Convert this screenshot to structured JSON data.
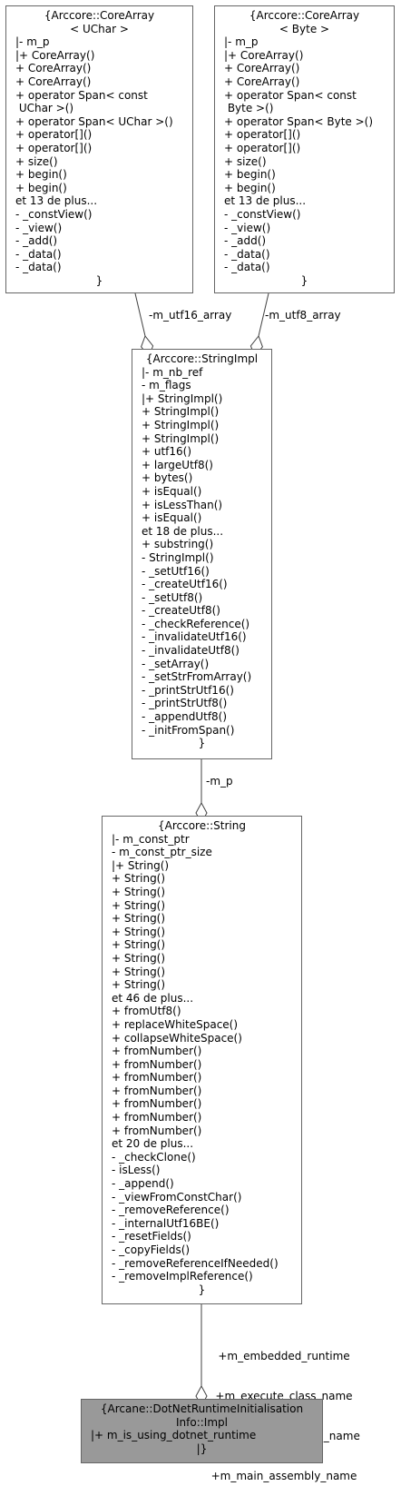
{
  "nodes": {
    "core_array_uchar": {
      "title": [
        "{Arccore::CoreArray",
        "< UChar >"
      ],
      "lines": [
        "|- m_p",
        "|+ CoreArray()",
        "+ CoreArray()",
        "+ CoreArray()",
        "+ operator Span< const",
        " UChar >()",
        "+ operator Span< UChar >()",
        "+ operator[]()",
        "+ operator[]()",
        "+ size()",
        "+ begin()",
        "+ begin()",
        "et 13 de plus...",
        "- _constView()",
        "- _view()",
        "- _add()",
        "- _data()",
        "- _data()"
      ],
      "close": "}"
    },
    "core_array_byte": {
      "title": [
        "{Arccore::CoreArray",
        "< Byte >"
      ],
      "lines": [
        "|- m_p",
        "|+ CoreArray()",
        "+ CoreArray()",
        "+ CoreArray()",
        "+ operator Span< const",
        " Byte >()",
        "+ operator Span< Byte >()",
        "+ operator[]()",
        "+ operator[]()",
        "+ size()",
        "+ begin()",
        "+ begin()",
        "et 13 de plus...",
        "- _constView()",
        "- _view()",
        "- _add()",
        "- _data()",
        "- _data()"
      ],
      "close": "}"
    },
    "string_impl": {
      "title": [
        "{Arccore::StringImpl"
      ],
      "lines": [
        "|- m_nb_ref",
        "- m_flags",
        "|+ StringImpl()",
        "+ StringImpl()",
        "+ StringImpl()",
        "+ StringImpl()",
        "+ utf16()",
        "+ largeUtf8()",
        "+ bytes()",
        "+ isEqual()",
        "+ isLessThan()",
        "+ isEqual()",
        "et 18 de plus...",
        "+ substring()",
        "- StringImpl()",
        "- _setUtf16()",
        "- _createUtf16()",
        "- _setUtf8()",
        "- _createUtf8()",
        "- _checkReference()",
        "- _invalidateUtf16()",
        "- _invalidateUtf8()",
        "- _setArray()",
        "- _setStrFromArray()",
        "- _printStrUtf16()",
        "- _printStrUtf8()",
        "- _appendUtf8()",
        "- _initFromSpan()"
      ],
      "close": "}"
    },
    "string": {
      "title": [
        "{Arccore::String"
      ],
      "lines": [
        "|- m_const_ptr",
        "- m_const_ptr_size",
        "|+ String()",
        "+ String()",
        "+ String()",
        "+ String()",
        "+ String()",
        "+ String()",
        "+ String()",
        "+ String()",
        "+ String()",
        "+ String()",
        "et 46 de plus...",
        "+ fromUtf8()",
        "+ replaceWhiteSpace()",
        "+ collapseWhiteSpace()",
        "+ fromNumber()",
        "+ fromNumber()",
        "+ fromNumber()",
        "+ fromNumber()",
        "+ fromNumber()",
        "+ fromNumber()",
        "+ fromNumber()",
        "et 20 de plus...",
        "- _checkClone()",
        "- isLess()",
        "- _append()",
        "- _viewFromConstChar()",
        "- _removeReference()",
        "- _internalUtf16BE()",
        "- _resetFields()",
        "- _copyFields()",
        "- _removeReferenceIfNeeded()",
        "- _removeImplReference()"
      ],
      "close": "}"
    },
    "impl": {
      "title": [
        "{Arcane::DotNetRuntimeInitialisation",
        "Info::Impl"
      ],
      "lines": [
        "|+ m_is_using_dotnet_runtime"
      ],
      "close": "|}"
    }
  },
  "edges": {
    "utf16": {
      "label": "-m_utf16_array"
    },
    "utf8": {
      "label": "-m_utf8_array"
    },
    "mp": {
      "label": "-m_p"
    },
    "impl_fields": {
      "lines": [
        "+m_embedded_runtime",
        "+m_execute_class_name",
        "+m_execute_method_name",
        "+m_main_assembly_name"
      ]
    }
  },
  "colors": {
    "border": "#666666",
    "edge": "#404040",
    "highlight_fill": "#999999"
  }
}
